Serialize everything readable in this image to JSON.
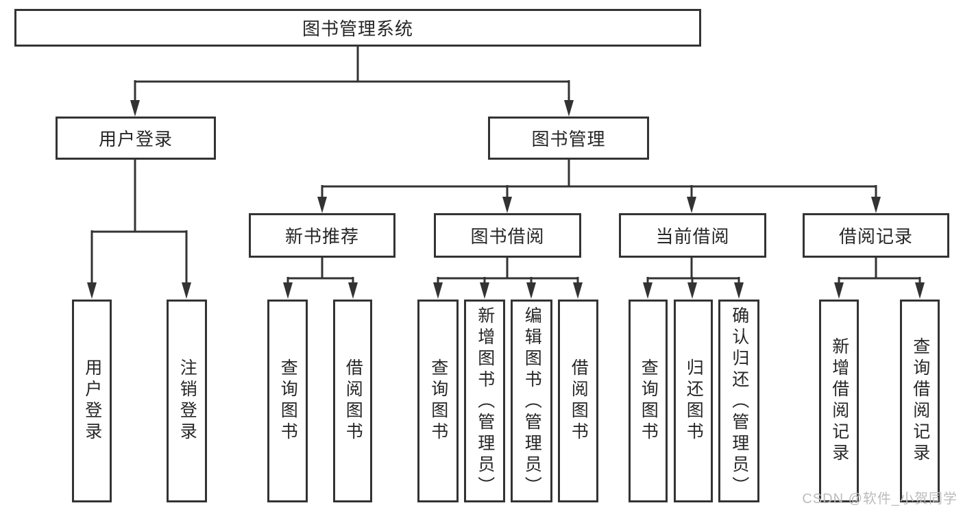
{
  "tree": {
    "root": "图书管理系统",
    "branches": [
      {
        "label": "用户登录",
        "leaves": [
          "用户登录",
          "注销登录"
        ]
      },
      {
        "label": "图书管理",
        "children": [
          {
            "label": "新书推荐",
            "leaves": [
              "查询图书",
              "借阅图书"
            ]
          },
          {
            "label": "图书借阅",
            "leaves": [
              "查询图书",
              "新增图书（管理员）",
              "编辑图书（管理员）",
              "借阅图书"
            ]
          },
          {
            "label": "当前借阅",
            "leaves": [
              "查询图书",
              "归还图书",
              "确认归还（管理员）"
            ]
          },
          {
            "label": "借阅记录",
            "leaves": [
              "新增借阅记录",
              "查询借阅记录"
            ]
          }
        ]
      }
    ]
  },
  "watermark": "CSDN @软件_小贺同学",
  "colors": {
    "line": "#333333",
    "text": "#262626",
    "watermark": "#bcbcbc",
    "background": "#ffffff"
  }
}
